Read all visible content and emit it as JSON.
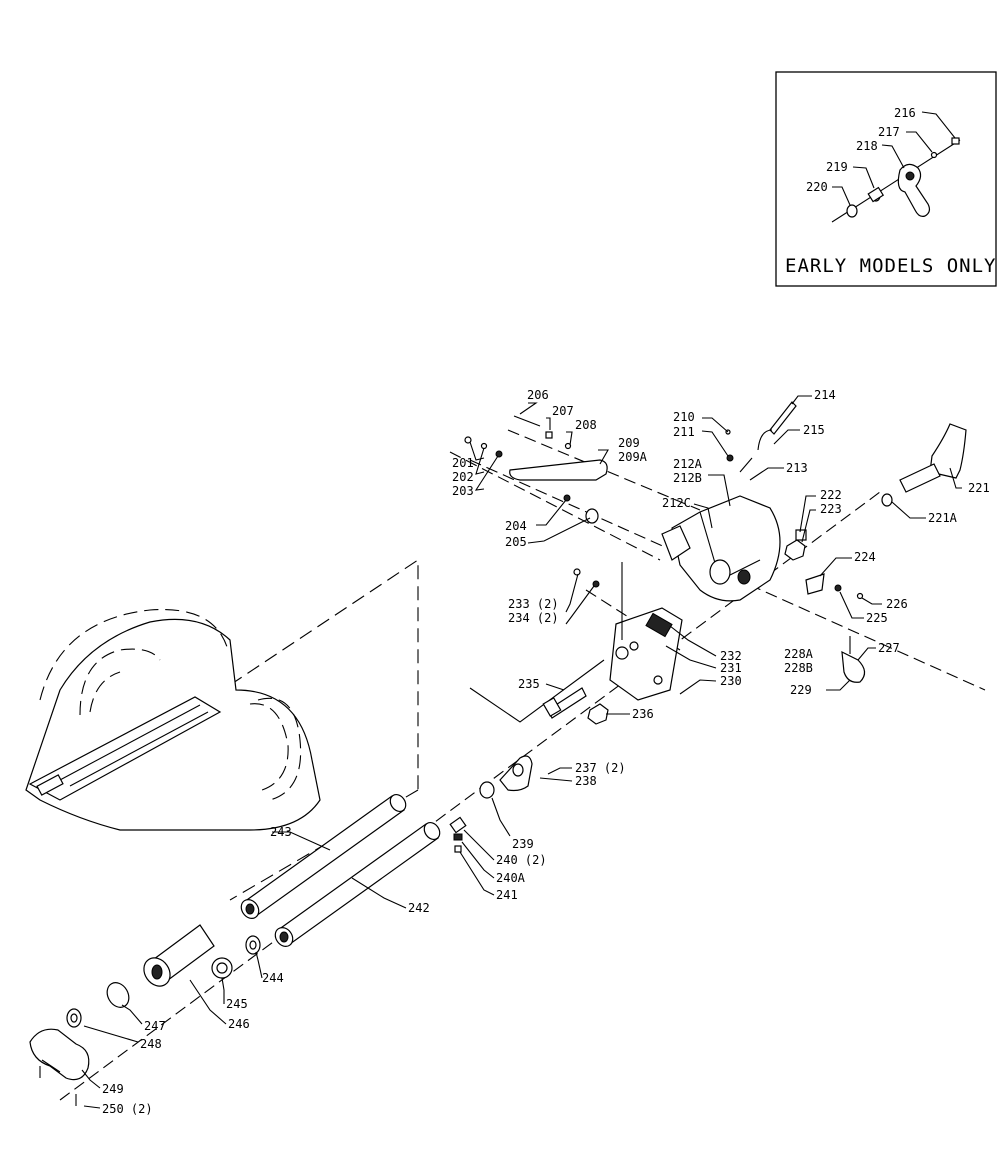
{
  "inset": {
    "caption": "EARLY MODELS ONLY",
    "labels": [
      "216",
      "217",
      "218",
      "219",
      "220"
    ]
  },
  "labels": {
    "l201": "201",
    "l202": "202",
    "l203": "203",
    "l204": "204",
    "l205": "205",
    "l206": "206",
    "l207": "207",
    "l208": "208",
    "l209": "209",
    "l209A": "209A",
    "l210": "210",
    "l211": "211",
    "l212A": "212A",
    "l212B": "212B",
    "l212C": "212C",
    "l213": "213",
    "l214": "214",
    "l215": "215",
    "l221": "221",
    "l221A": "221A",
    "l222": "222",
    "l223": "223",
    "l224": "224",
    "l225": "225",
    "l226": "226",
    "l227": "227",
    "l228A": "228A",
    "l228B": "228B",
    "l229": "229",
    "l230": "230",
    "l231": "231",
    "l232": "232",
    "l233": "233 (2)",
    "l234": "234 (2)",
    "l235": "235",
    "l236": "236",
    "l237": "237 (2)",
    "l238": "238",
    "l239": "239",
    "l240": "240 (2)",
    "l240A": "240A",
    "l241": "241",
    "l242": "242",
    "l243": "243",
    "l244": "244",
    "l245": "245",
    "l246": "246",
    "l247": "247",
    "l248": "248",
    "l249": "249",
    "l250": "250 (2)"
  }
}
